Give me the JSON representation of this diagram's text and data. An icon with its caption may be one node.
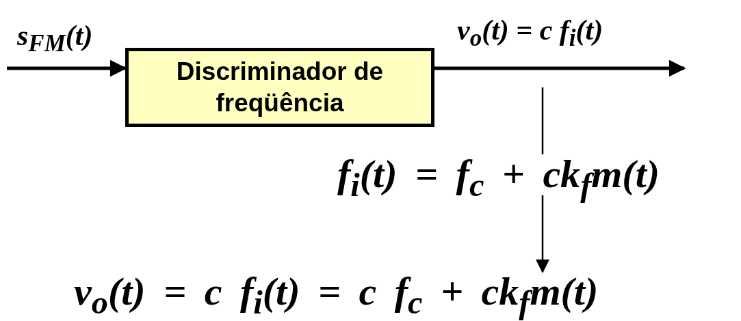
{
  "diagram": {
    "nodes": [
      {
        "text": [
          "Discriminador de freqüência"
        ]
      },
      {
        "text": [
          "f$_{i}$(t) = f$_{c}$ + ck$_{f}$m(t)"
        ]
      },
      {
        "text": [
          "v$_{o}$(t) = c f$_{i}$(t) = c f$_{c}$ + ck$_{f}$m(t)"
        ]
      }
    ],
    "edges": [
      {
        "from": null,
        "to": 0,
        "arrow": "to",
        "label": "s$_{FM}$(t)",
        "style": "thick"
      },
      {
        "from": 0,
        "to": null,
        "arrow": "to",
        "label": "v$_{o}$(t) = c f$_{i}$(t)",
        "style": "thick"
      },
      {
        "from": null,
        "to": 1,
        "arrow": "none"
      },
      {
        "from": 1,
        "to": 2,
        "arrow": "to"
      }
    ]
  }
}
